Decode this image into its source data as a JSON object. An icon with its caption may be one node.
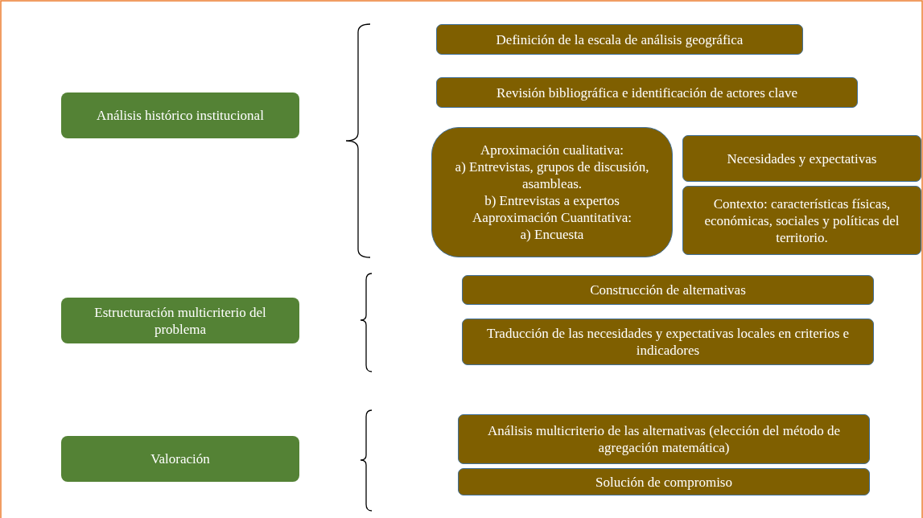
{
  "diagram": {
    "nodes": [
      {
        "text": [
          "Análisis histórico institucional"
        ]
      },
      {
        "text": [
          "Definición de la escala de análisis geográfica"
        ]
      },
      {
        "text": [
          "Revisión bibliográfica e identificación de actores clave"
        ]
      },
      {
        "text": [
          "Aproximación cualitativa:",
          "a) Entrevistas, grupos de discusión, asambleas.",
          "b) Entrevistas a expertos",
          "Aaproximación Cuantitativa:",
          "a) Encuesta"
        ]
      },
      {
        "text": [
          "Necesidades y expectativas"
        ]
      },
      {
        "text": [
          "Contexto: características físicas, económicas, sociales y políticas del territorio."
        ]
      },
      {
        "text": [
          "Estructuración multicriterio del problema"
        ]
      },
      {
        "text": [
          "Construcción de alternativas"
        ]
      },
      {
        "text": [
          "Traducción de las necesidades y expectativas locales en criterios e indicadores"
        ]
      },
      {
        "text": [
          "Valoración"
        ]
      },
      {
        "text": [
          "Análisis multicriterio de las alternativas (elección del método de agregación matemática)"
        ]
      },
      {
        "text": [
          "Solución de compromiso"
        ]
      }
    ]
  }
}
